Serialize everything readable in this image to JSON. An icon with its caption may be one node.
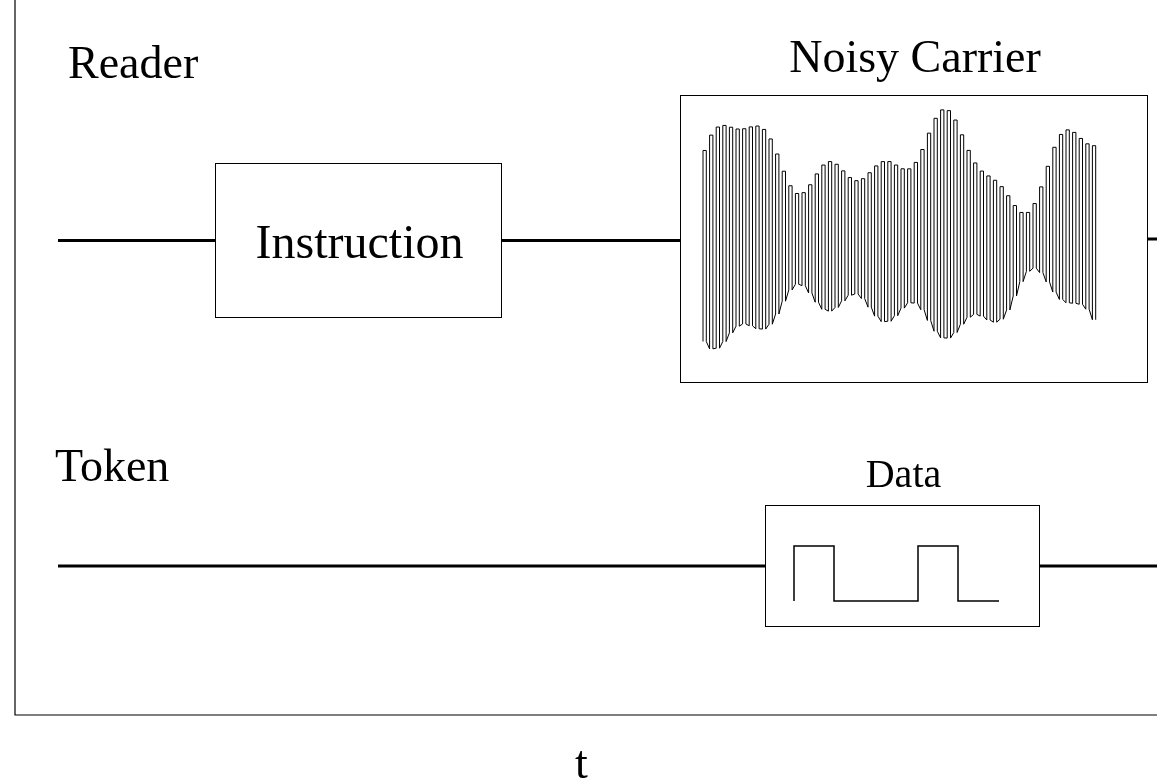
{
  "diagram": {
    "nodes": [
      {
        "text": [
          "Instruction"
        ]
      },
      {
        "text": [
          "Noisy Carrier"
        ]
      },
      {
        "text": [
          "Data"
        ]
      }
    ],
    "edges": [
      {
        "from": null,
        "to": 0,
        "arrow": "none"
      },
      {
        "from": 0,
        "to": 1,
        "arrow": "none"
      },
      {
        "from": 1,
        "to": null,
        "arrow": "none"
      },
      {
        "from": null,
        "to": 2,
        "arrow": "none"
      },
      {
        "from": 2,
        "to": null,
        "arrow": "none"
      }
    ],
    "labels": [
      "Reader",
      "Token",
      "t"
    ]
  }
}
